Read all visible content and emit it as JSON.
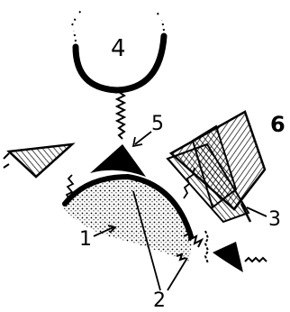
{
  "labels": {
    "l1": "1",
    "l2": "2",
    "l3": "3",
    "l4": "4",
    "l5": "5",
    "l6": "6"
  },
  "style": {
    "ink": "#000000",
    "paper": "#ffffff"
  }
}
